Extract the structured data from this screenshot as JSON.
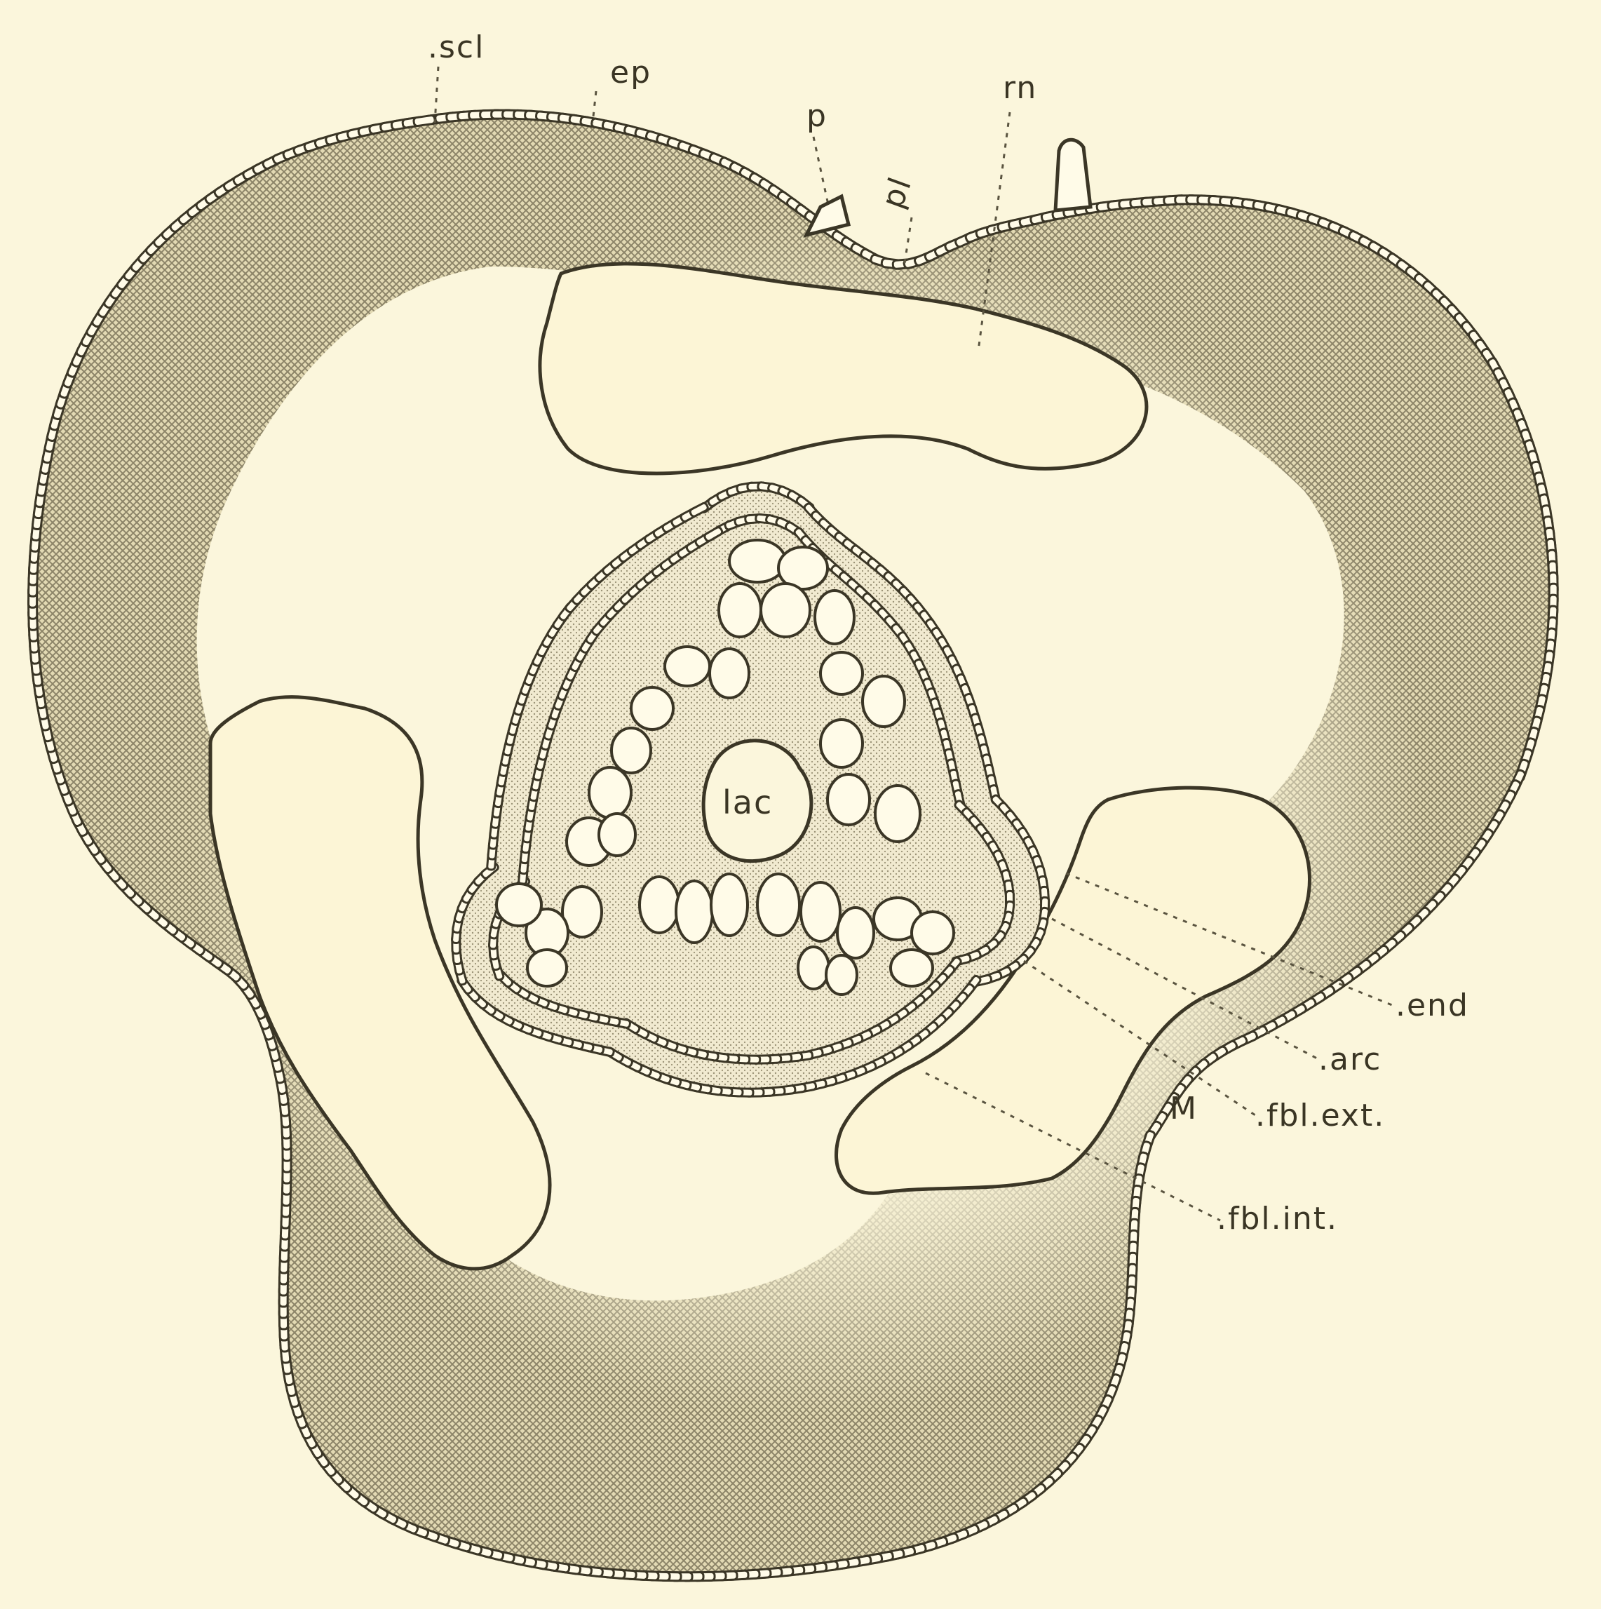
{
  "figure": {
    "description_free": true,
    "labels": {
      "scl": ".scl",
      "ep": "ep",
      "p": "p",
      "pl": "pl",
      "rn": "rn",
      "lac": "lac",
      "end": ".end",
      "arc": ".arc",
      "fbl_ext": ".fbl.ext.",
      "fbl_int": ".fbl.int.",
      "m": "M"
    },
    "colors": {
      "paper": "#fbf6dc",
      "ink": "#3b3626",
      "cell": "#fffbe8",
      "shading": "#8c8468",
      "cavity": "#fcf5d6"
    }
  }
}
